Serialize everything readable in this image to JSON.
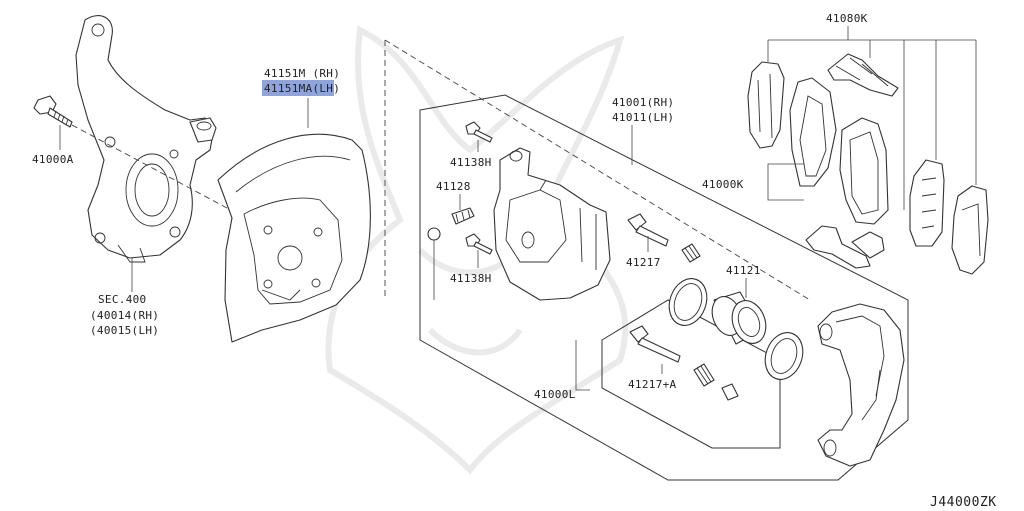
{
  "diagram_id": "J44000ZK",
  "highlight_color": "#8fa4dd",
  "parts": {
    "p41080K": "41080K",
    "p41151M": "41151M (RH)",
    "p41151MA": "41151MA(LH)",
    "p41001": "41001(RH)",
    "p41011": "41011(LH)",
    "p41000A": "41000A",
    "p41138H_top": "41138H",
    "p41128": "41128",
    "p41138H_bot": "41138H",
    "p41217": "41217",
    "p41121": "41121",
    "p41000K": "41000K",
    "p41000L": "41000L",
    "p41217A": "41217+A",
    "sec400": "SEC.400",
    "p40014": "(40014(RH)",
    "p40015": "(40015(LH)"
  }
}
